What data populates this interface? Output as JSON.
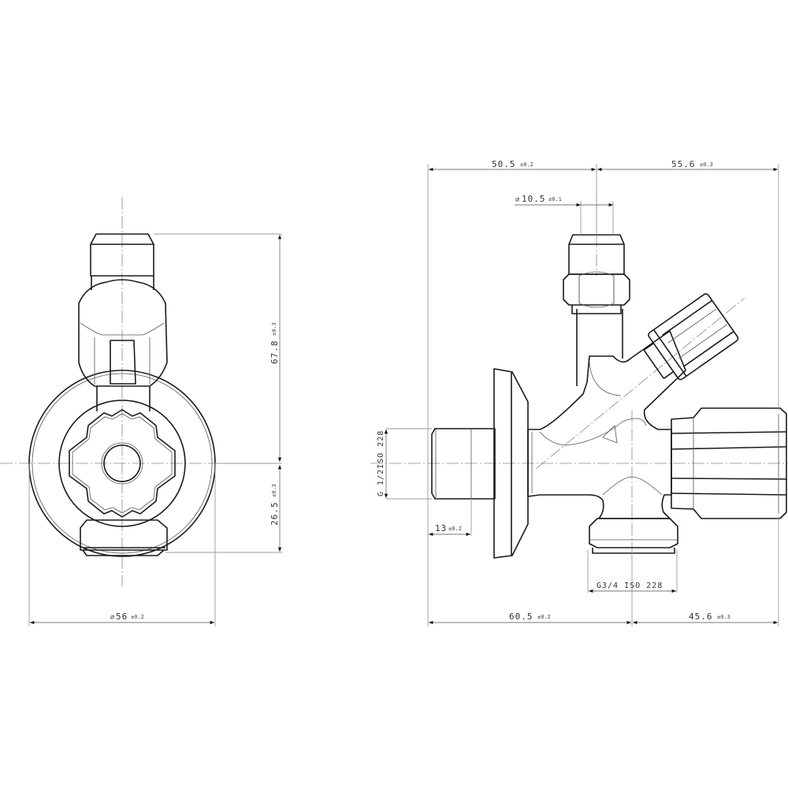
{
  "drawing": {
    "type": "technical-drawing",
    "subject": "angle valve with two outlets",
    "views": [
      "front-view",
      "side-view"
    ]
  },
  "front_view": {
    "dimensions": {
      "height_upper": {
        "value": "67.8",
        "tolerance": "±0.3"
      },
      "height_lower": {
        "value": "26.5",
        "tolerance": "±0.3"
      },
      "diameter": {
        "symbol": "⌀",
        "value": "56",
        "tolerance": "±0.2"
      }
    }
  },
  "side_view": {
    "dimensions": {
      "top_left": {
        "value": "50.5",
        "tolerance": "±0.2"
      },
      "top_right": {
        "value": "55.6",
        "tolerance": "±0.3"
      },
      "outlet_diameter": {
        "symbol": "⌀",
        "value": "10.5",
        "tolerance": "±0.1"
      },
      "inlet_thread": {
        "label": "G 1/2ISO 228"
      },
      "inlet_length": {
        "value": "13",
        "tolerance": "±0.2"
      },
      "outlet_thread": {
        "label": "G3/4 ISO 228"
      },
      "bottom_left": {
        "value": "60.5",
        "tolerance": "±0.2"
      },
      "bottom_right": {
        "value": "45.6",
        "tolerance": "±0.3"
      }
    }
  },
  "colors": {
    "line": "#1a1a1a",
    "dimension": "#9a9a9a",
    "background": "#ffffff"
  }
}
